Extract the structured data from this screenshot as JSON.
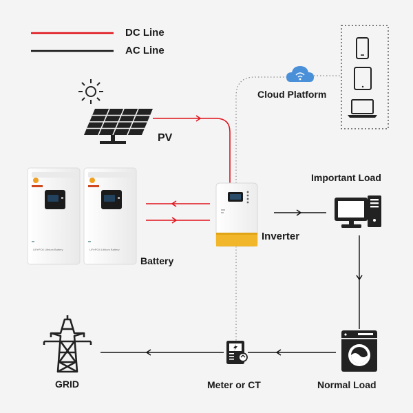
{
  "legend": {
    "dc_label": "DC Line",
    "ac_label": "AC Line",
    "dc_color": "#e0121b",
    "ac_color": "#111111"
  },
  "nodes": {
    "pv": {
      "label": "PV",
      "icon": "solar-panel-icon"
    },
    "battery": {
      "label": "Battery",
      "icon": "battery-cabinet-icon",
      "badge_text": "LiFePO4 Lithium Battery"
    },
    "inverter": {
      "label": "Inverter",
      "icon": "inverter-icon"
    },
    "cloud": {
      "label": "Cloud Platform",
      "icon": "cloud-wifi-icon"
    },
    "important_load": {
      "label": "Important Load",
      "icon": "desktop-computer-icon"
    },
    "normal_load": {
      "label": "Normal Load",
      "icon": "washing-machine-icon"
    },
    "meter": {
      "label": "Meter or CT",
      "icon": "meter-icon"
    },
    "grid": {
      "label": "GRID",
      "icon": "power-tower-icon"
    }
  },
  "devices": [
    "smartphone-icon",
    "tablet-icon",
    "laptop-icon"
  ]
}
